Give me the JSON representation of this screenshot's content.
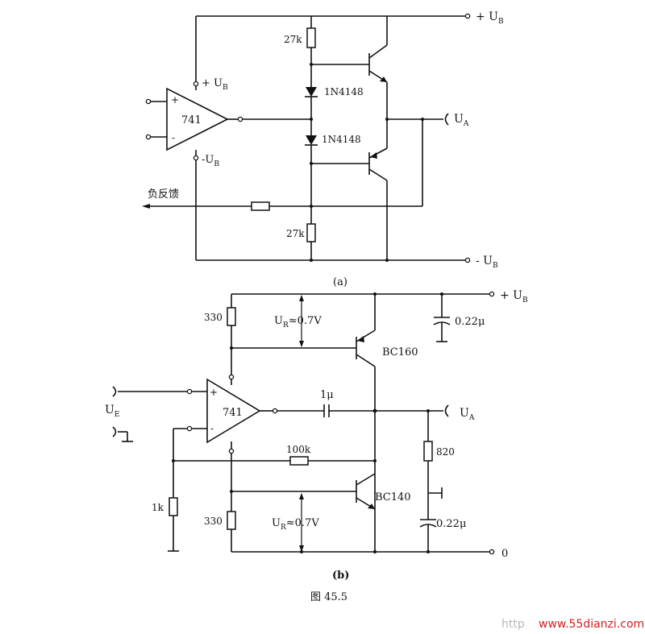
{
  "circuit_a": {
    "supply_pos_label": "+ U",
    "supply_pos_sub": "B",
    "opamp_label": "741",
    "opamp_vpos_label": "+ U",
    "opamp_vpos_sub": "B",
    "opamp_vneg_label": "-U",
    "opamp_vneg_sub": "B",
    "plus_sign": "+",
    "minus_sign": "-",
    "resistor_top": "27k",
    "diode_top": "1N4148",
    "diode_bottom": "1N4148",
    "output_label": "U",
    "output_sub": "A",
    "feedback_label": "负反馈",
    "resistor_bottom": "27k",
    "supply_neg_label": "- U",
    "supply_neg_sub": "B",
    "caption": "(a)"
  },
  "circuit_b": {
    "supply_pos_label": "+ U",
    "supply_pos_sub": "B",
    "r_top_left": "330",
    "ur_top_label": "U",
    "ur_top_sub": "R",
    "ur_top_value": "≈0.7V",
    "cap_top": "0.22μ",
    "transistor_top": "BC160",
    "input_label": "U",
    "input_sub": "E",
    "opamp_label": "741",
    "plus_sign": "+",
    "minus_sign": "-",
    "cap_coupling": "1μ",
    "output_label": "U",
    "output_sub": "A",
    "r_feedback": "100k",
    "r_output": "820",
    "transistor_bottom": "BC140",
    "r_ground": "1k",
    "r_bottom_left": "330",
    "ur_bottom_label": "U",
    "ur_bottom_sub": "R",
    "ur_bottom_value": "≈0.7V",
    "cap_bottom": "0.22μ",
    "ground_label": "0",
    "caption": "(b)"
  },
  "figure_caption": "图 45.5",
  "watermark": {
    "prefix": "http",
    "site": "www.55dianzi.com"
  }
}
